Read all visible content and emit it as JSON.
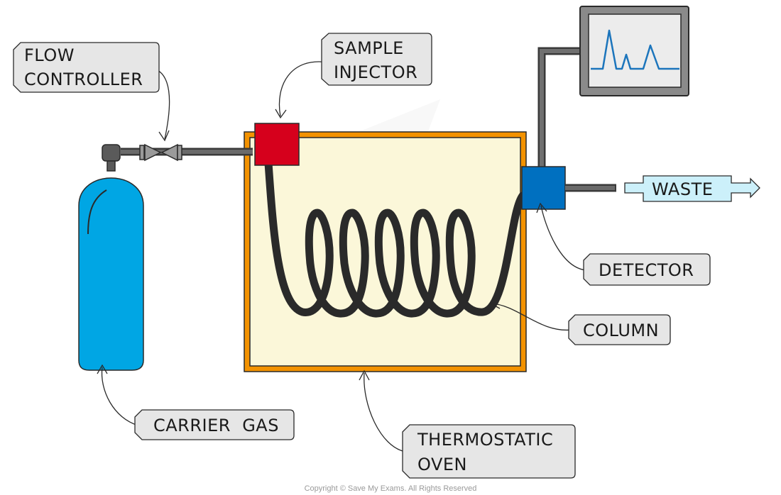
{
  "labels": {
    "flow_controller": [
      "FLOW",
      "CONTROLLER"
    ],
    "sample_injector": [
      "SAMPLE",
      "INJECTOR"
    ],
    "waste": "WASTE",
    "detector": "DETECTOR",
    "column": "COLUMN",
    "carrier_gas": "CARRIER  GAS",
    "thermostatic_oven": [
      "THERMOSTATIC",
      "OVEN"
    ]
  },
  "copyright": "Copyright © Save My Exams. All Rights Reserved",
  "colors": {
    "cylinder": "#00a6e4",
    "oven_frame": "#f39200",
    "oven_fill": "#fbf7d9",
    "injector": "#d6001c",
    "detector": "#0070c0",
    "tube": "#3a3a3a",
    "tag_fill": "#e6e6e6",
    "waste_fill": "#ccf0fa",
    "monitor_trace": "#1c75bc"
  }
}
